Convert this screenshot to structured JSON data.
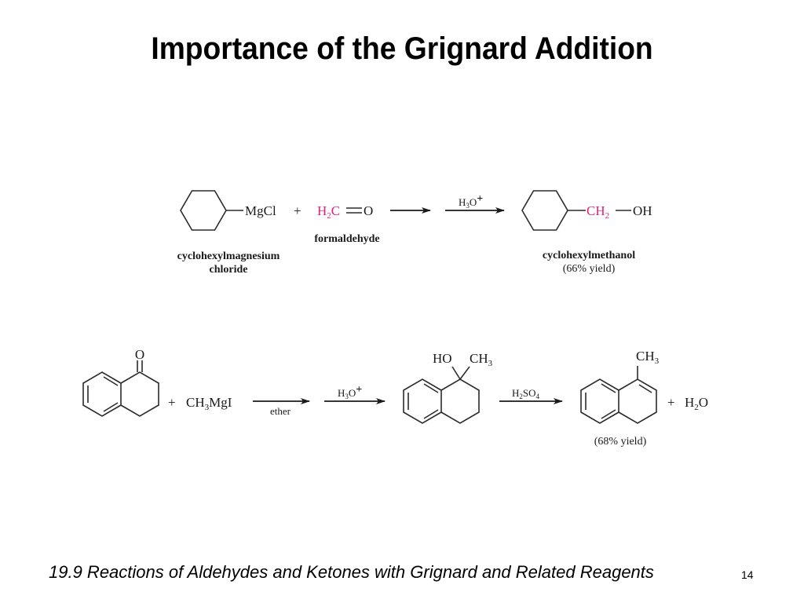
{
  "slide": {
    "title": "Importance of the Grignard Addition",
    "footer": "19.9 Reactions of Aldehydes and Ketones with Grignard and Related Reagents",
    "page_number": "14"
  },
  "colors": {
    "highlight": "#e0227c",
    "text": "#1a1a1a"
  },
  "reaction1": {
    "reagent_group": "MgCl",
    "plus": "+",
    "formaldehyde_h": "H",
    "formaldehyde_h_sub": "2",
    "formaldehyde_c": "C",
    "formaldehyde_o": "O",
    "arrow_reagent_main": "H",
    "arrow_reagent_sub": "3",
    "arrow_reagent_o": "O",
    "arrow_reagent_sup": "+",
    "product_ch": "CH",
    "product_sub": "2",
    "product_oh": "OH",
    "label_reactant_line1": "cyclohexylmagnesium",
    "label_reactant_line2": "chloride",
    "label_formaldehyde": "formaldehyde",
    "label_product": "cyclohexylmethanol",
    "yield": "(66% yield)"
  },
  "reaction2": {
    "ketone_o": "O",
    "plus1": "+",
    "grignard_ch": "CH",
    "grignard_sub": "3",
    "grignard_mg": "MgI",
    "arrow1_label": "ether",
    "arrow2_main": "H",
    "arrow2_sub": "3",
    "arrow2_o": "O",
    "arrow2_sup": "+",
    "alcohol_ho": "HO",
    "alcohol_ch": "CH",
    "alcohol_sub": "3",
    "arrow3_h": "H",
    "arrow3_sub1": "2",
    "arrow3_so": "SO",
    "arrow3_sub2": "4",
    "alkene_ch": "CH",
    "alkene_sub": "3",
    "plus2": "+",
    "water_h": "H",
    "water_sub": "2",
    "water_o": "O",
    "yield": "(68% yield)"
  }
}
